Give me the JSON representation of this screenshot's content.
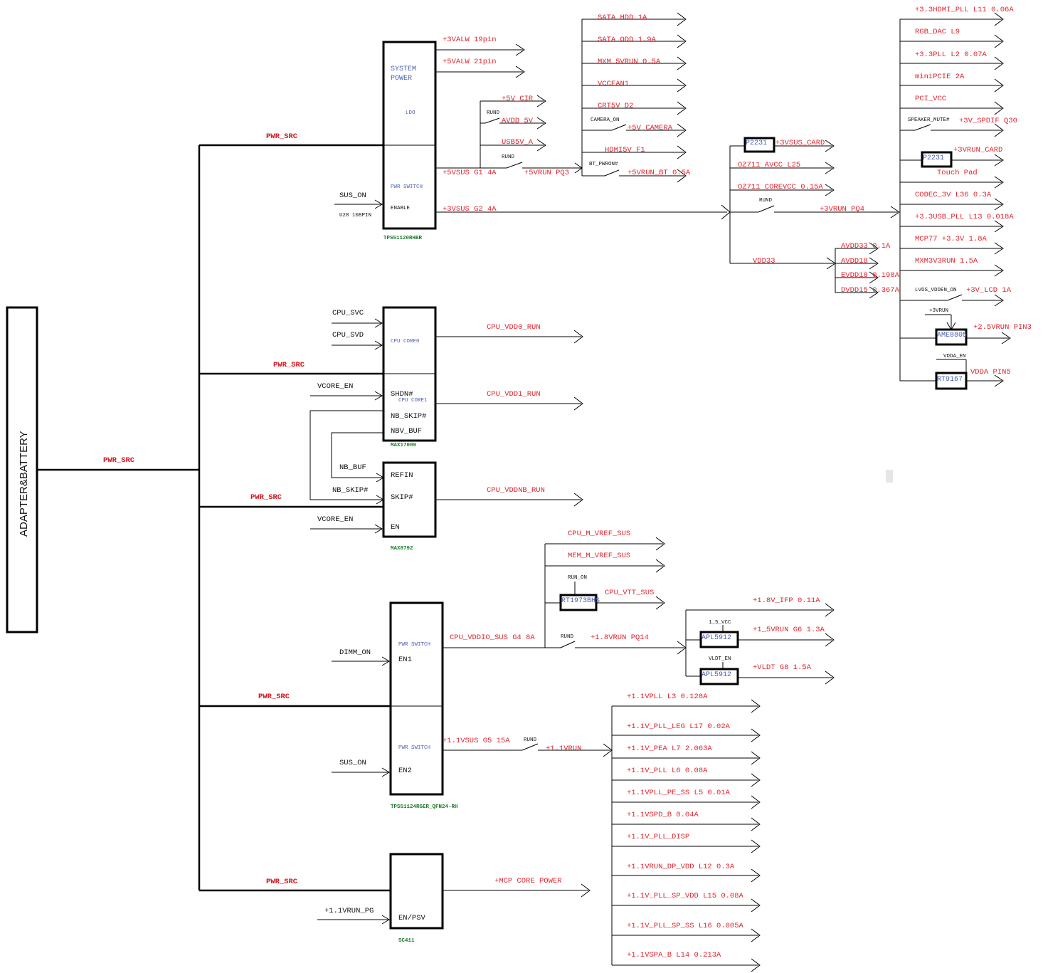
{
  "diagram": {
    "main_source": "ADAPTER&BATTERY",
    "pwr_src": "PWR_SRC",
    "ic_names": {
      "sys": "TPS51120RHBR",
      "core": "MAX17009",
      "nb": "MAX8792",
      "vddio": "TPS51124RGER_QFN24-RH",
      "mcp": "SC411"
    },
    "sys_block": {
      "system": "SYSTEM",
      "power": "POWER",
      "ldo": "LDO",
      "pwr_switch": "PWR SWITCH",
      "enable": "ENABLE",
      "sus_on": "SUS_ON",
      "u28": "U28 108PIN",
      "out_3valw": "+3VALW  19pin",
      "out_5valw": "+5VALW  21pin",
      "out_5vsus": "+5VSUS  G1 4A",
      "out_3vsus": "+3VSUS G2 4A"
    },
    "five_v": {
      "rund1": "RUND",
      "rund2": "RUND",
      "cir": "+5V_CIR",
      "avdd": "AVDD_5V",
      "usb": "USB5V_A",
      "run": "+5VRUN PQ3",
      "outs": [
        "SATA HDD 1A",
        "SATA ODD 1.9A",
        "MXM 5VRUN 0.5A",
        "VCCFAN1",
        "CRT5V D2"
      ],
      "camera_on": "CAMERA_ON",
      "camera": "+5V CAMERA",
      "hdmi": "HDMI5V F1",
      "bt_pwron": "BT_PWRON#",
      "bt": "+5VRUN_BT 0.5A"
    },
    "three_v": {
      "p2231": "P2231",
      "card": "+3VSUS_CARD",
      "oz1": "OZ711 AVCC L25",
      "oz2": "OZ711 COREVCC 0.15A",
      "rund": "RUND",
      "run_pq4": "+3VRUN PQ4",
      "vdd33": "VDD33",
      "vdd_outs": [
        "AVDD33 0.1A",
        "AVDD18",
        "EVDD18 0.198A",
        "DVDD15 0.367A"
      ]
    },
    "three_run": {
      "outs": [
        "+3.3HDMI_PLL L11 0.06A",
        "RGB_DAC L9",
        "+3.3PLL L2 0.07A",
        "miniPCIE 2A",
        "PCI_VCC"
      ],
      "speaker_mute": "SPEAKER_MUTE#",
      "spdif": "+3V_SPDIF Q30",
      "p2231b": "P2231",
      "run_card": "+3VRUN_CARD",
      "touch": "Touch Pad",
      "outs2": [
        "CODEC_3V L36 0.3A",
        "+3.3USB_PLL L13 0.018A",
        "MCP77 +3.3V 1.8A",
        "MXM3V3RUN 1.5A"
      ],
      "lvds": "LVDS_VDDEN_ON",
      "lcd": "+3V_LCD 1A",
      "three_vrun": "+3VRUN",
      "ame": "AME8805",
      "run25": "+2.5VRUN PIN3",
      "vdda_en": "VDDA_EN",
      "rt9167": "RT9167",
      "vdda": "VDDA PIN5"
    },
    "cpu": {
      "svc": "CPU_SVC",
      "svd": "CPU_SVD",
      "core0": "CPU CORE0",
      "core1": "CPU CORE1",
      "vcore_en": "VCORE_EN",
      "shdn": "SHDN#",
      "nb_skip": "NB_SKIP#",
      "nbv_buf": "NBV_BUF",
      "vdd0": "CPU_VDD0_RUN",
      "vdd1": "CPU_VDD1_RUN",
      "nb_buf": "NB_BUF",
      "nb_skip2": "NB_SKIP#",
      "refin": "REFIN",
      "skip": "SKIP#",
      "en": "EN",
      "vcore_en2": "VCORE_EN",
      "vddnb": "CPU_VDDNB_RUN"
    },
    "vddio": {
      "pwr_switch1": "PWR SWITCH",
      "pwr_switch2": "PWR SWITCH",
      "dimm_on": "DIMM_ON",
      "en1": "EN1",
      "sus_on": "SUS_ON",
      "en2": "EN2",
      "cpu_vddio": "CPU_VDDIO_SUS G4 8A",
      "m_vref": "CPU_M_VREF_SUS",
      "mem_vref": "MEM_M_VREF_SUS",
      "run_on": "RUN_ON",
      "rt1973": "RT1973BHS",
      "vtt": "CPU_VTT_SUS",
      "rund": "RUND",
      "run18": "+1.8VRUN PQ14",
      "ifp": "+1.8V_IFP 0.11A",
      "vcc15": "1_5_VCC",
      "apl1": "APL5912",
      "run15": "+1_5VRUN G6 1.3A",
      "vldt_en": "VLDT_EN",
      "apl2": "APL5912",
      "vldt": "+VLDT G8 1.5A",
      "sus11": "+1.1VSUS G5 15A",
      "rund2": "RUND",
      "run11": "+1.1VRUN",
      "outs": [
        "+1.1VPLL L3 0.128A",
        "+1.1V_PLL_LEG L17 0.02A",
        "+1.1V_PEA L7 2.063A",
        "+1.1V_PLL L6 0.08A",
        "+1.1VPLL_PE_SS L5 0.01A",
        "+1.1VSPD_B 0.04A",
        "+1.1V_PLL_DISP",
        "+1.1VRUN_DP_VDD L12 0.3A",
        "+1.1V_PLL_SP_VDD L15 0.08A",
        "+1.1V_PLL_SP_SS L16 0.005A",
        "+1.1VSPA_B L14 0.213A"
      ]
    },
    "mcp": {
      "pg": "+1.1VRUN_PG",
      "en_psv": "EN/PSV",
      "core_power": "+MCP CORE POWER"
    }
  }
}
